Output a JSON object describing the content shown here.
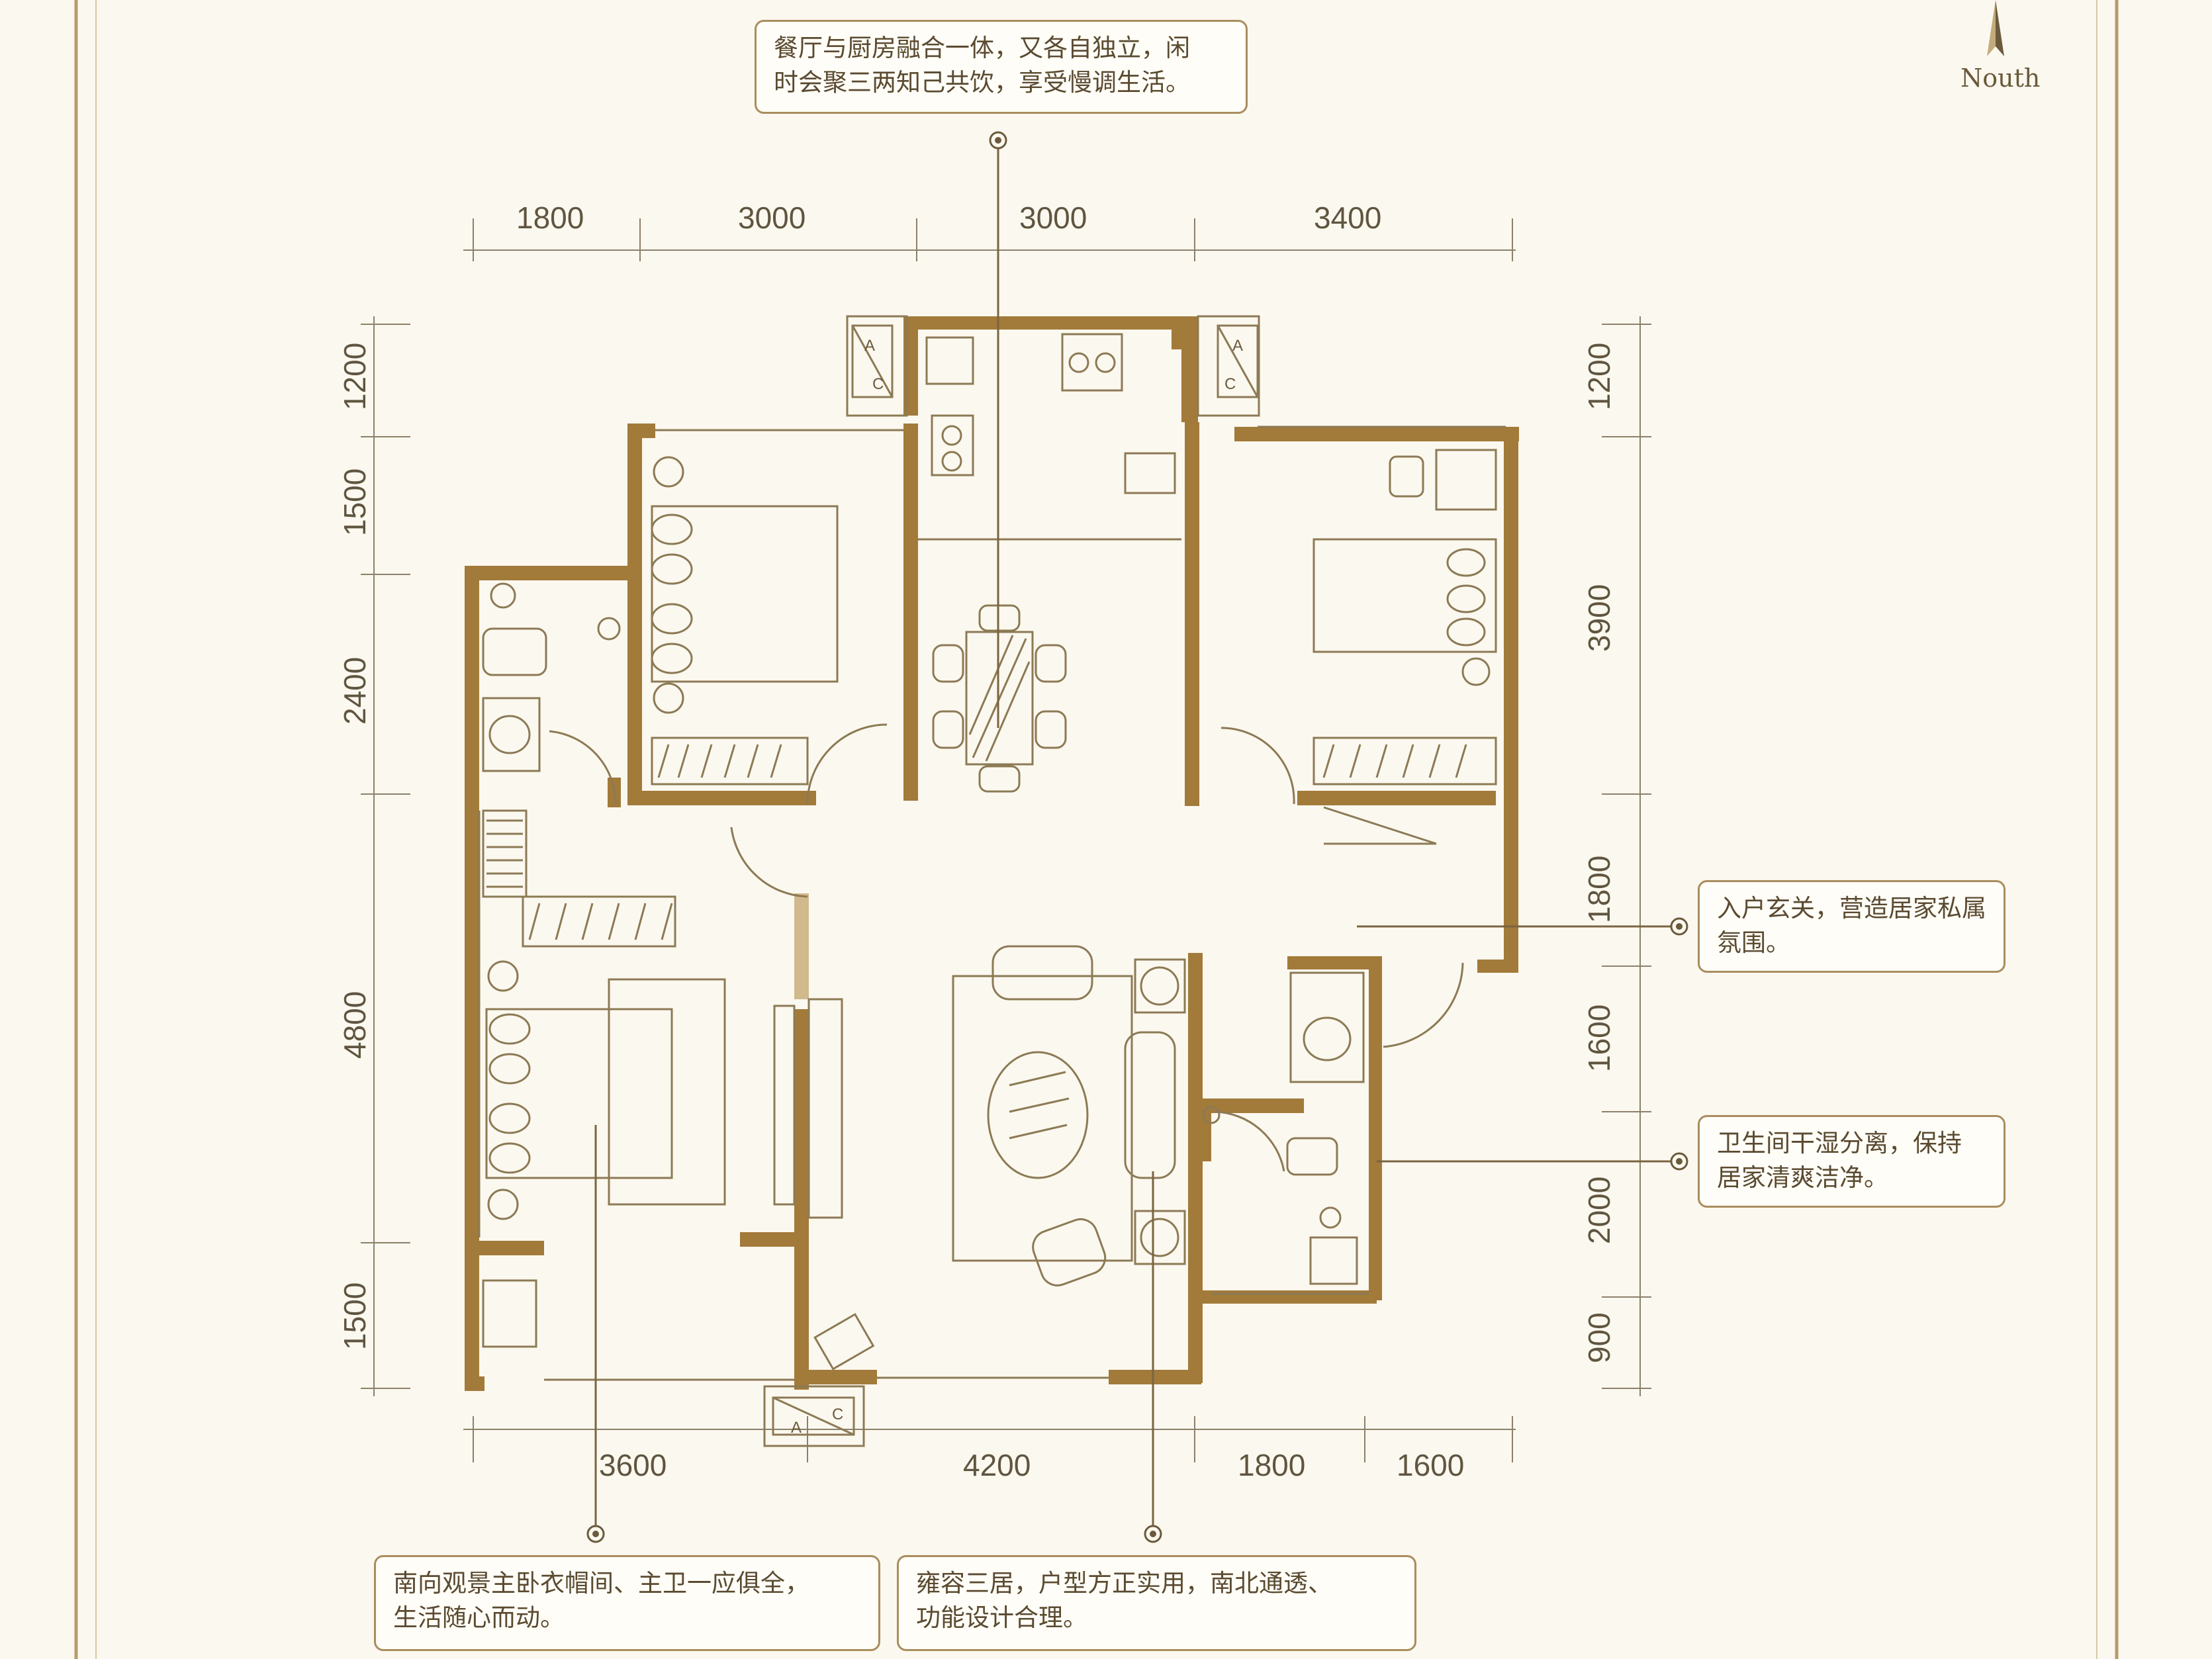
{
  "colors": {
    "wall": "#a27a3a",
    "line": "#9c8a66",
    "background": "#fbf8ef",
    "text": "#5a4a30"
  },
  "compass": {
    "label": "Nouth",
    "icon": "north-arrow-icon"
  },
  "dimensions": {
    "top": [
      "1800",
      "3000",
      "3000",
      "3400"
    ],
    "bottom": [
      "3600",
      "4200",
      "1800",
      "1600"
    ],
    "left": [
      "1200",
      "1500",
      "2400",
      "4800",
      "1500"
    ],
    "right": [
      "1200",
      "3900",
      "1800",
      "1600",
      "2000",
      "900"
    ]
  },
  "callouts": {
    "dining": {
      "line1": "餐厅与厨房融合一体，又各自独立，闲",
      "line2": "时会聚三两知己共饮，享受慢调生活。"
    },
    "entrance": {
      "line1": "入户玄关，营造居家私属",
      "line2": "氛围。"
    },
    "bathroom": {
      "line1": "卫生间干湿分离，保持",
      "line2": "居家清爽洁净。"
    },
    "master": {
      "line1": "南向观景主卧衣帽间、主卫一应俱全，",
      "line2": "生活随心而动。"
    },
    "layout": {
      "line1": "雍容三居，户型方正实用，南北通透、",
      "line2": "功能设计合理。"
    }
  },
  "ac_labels": {
    "a": "A",
    "c": "C"
  }
}
